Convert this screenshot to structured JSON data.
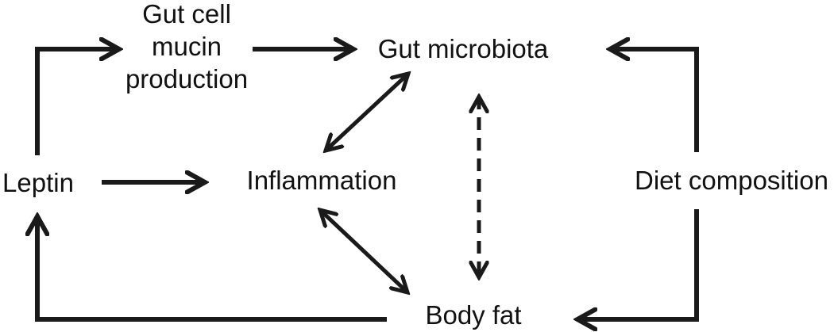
{
  "nodes": {
    "gut_cell_mucin": {
      "line1": "Gut cell",
      "line2": "mucin",
      "line3": "production"
    },
    "gut_microbiota": "Gut microbiota",
    "leptin": "Leptin",
    "inflammation": "Inflammation",
    "diet_composition": "Diet composition",
    "body_fat": "Body fat"
  },
  "colors": {
    "ink": "#1a1a1a",
    "background": "#ffffff"
  }
}
